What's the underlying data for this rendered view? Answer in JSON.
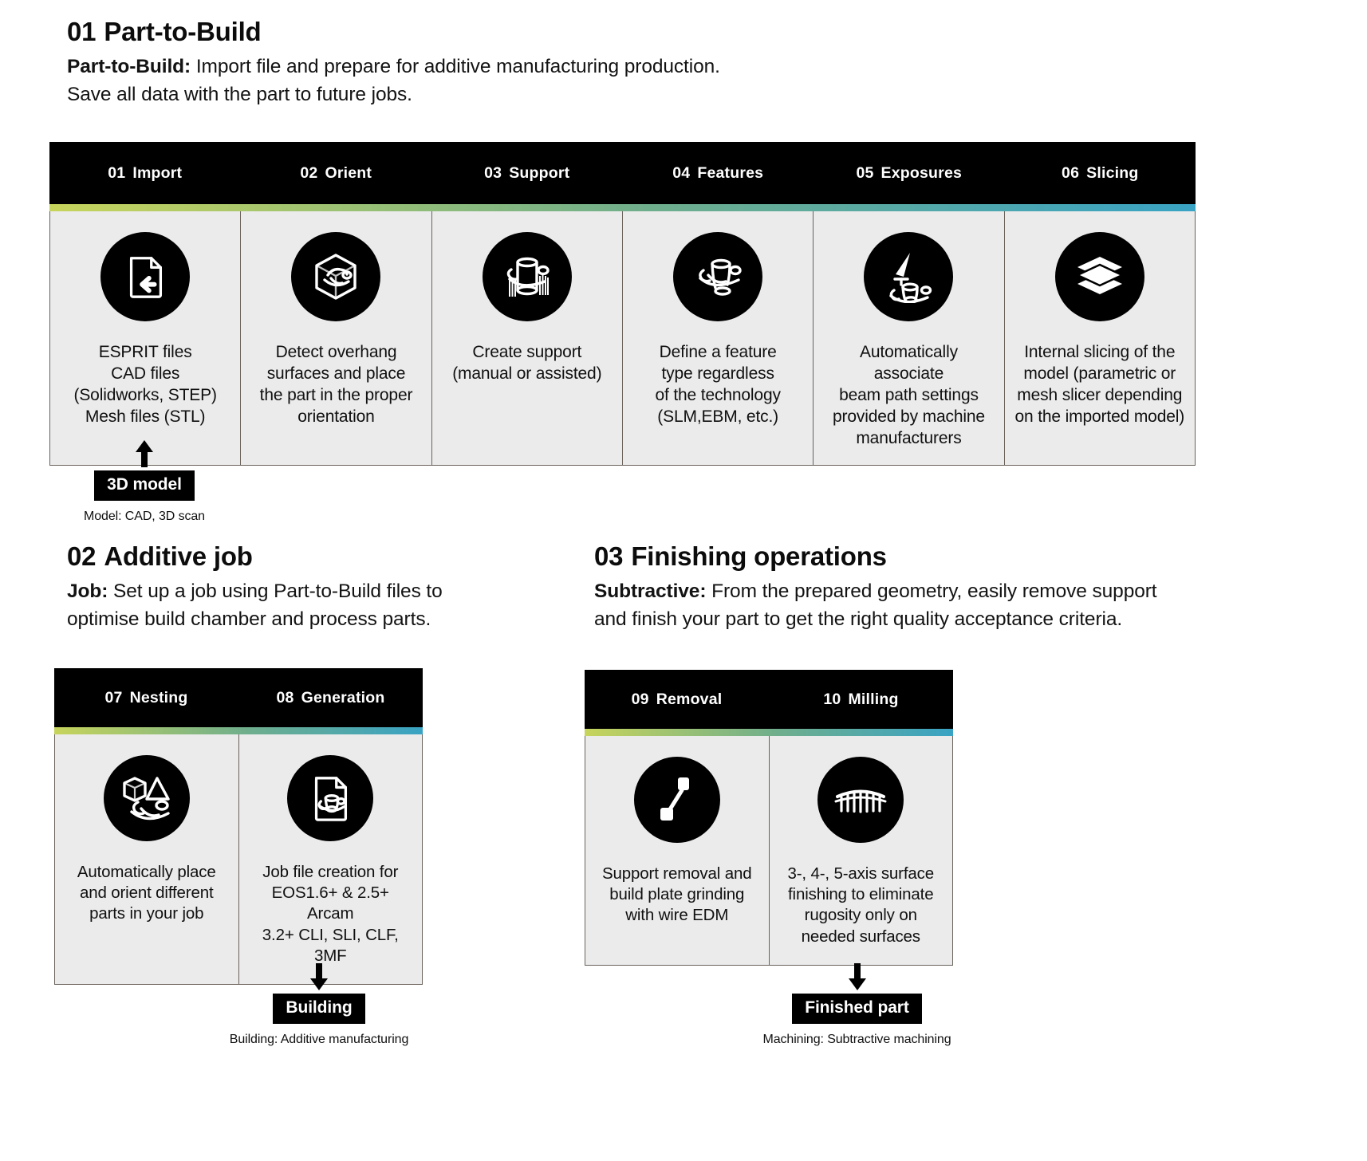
{
  "sections": [
    {
      "number": "01",
      "title": "Part-to-Build",
      "desc_lead": "Part-to-Build:",
      "desc_rest": " Import file and prepare for additive manufacturing production.",
      "desc_line2": "Save all data with the part to future jobs."
    },
    {
      "number": "02",
      "title": "Additive job",
      "desc_lead": "Job:",
      "desc_rest": " Set up a job using Part-to-Build files to",
      "desc_line2": "optimise build chamber and process parts."
    },
    {
      "number": "03",
      "title": "Finishing operations",
      "desc_lead": "Subtractive:",
      "desc_rest": " From the prepared geometry, easily remove support",
      "desc_line2": "and finish your part to get the right quality acceptance criteria."
    }
  ],
  "gradient": {
    "start": "#c7d45c",
    "mid": "#6fae8c",
    "end": "#39a3c4"
  },
  "table1": {
    "steps": [
      {
        "num": "01",
        "label": "Import",
        "icon": "document-import-icon",
        "text": "ESPRIT files\nCAD files\n(Solidworks, STEP)\nMesh files (STL)"
      },
      {
        "num": "02",
        "label": "Orient",
        "icon": "part-in-cube-orient-icon",
        "text": "Detect overhang\nsurfaces and place\nthe part in the proper\norientation"
      },
      {
        "num": "03",
        "label": "Support",
        "icon": "support-structure-icon",
        "text": "Create support\n(manual or assisted)"
      },
      {
        "num": "04",
        "label": "Features",
        "icon": "feature-part-icon",
        "text": "Define a feature\ntype regardless\nof the technology\n(SLM,EBM, etc.)"
      },
      {
        "num": "05",
        "label": "Exposures",
        "icon": "laser-beam-exposure-icon",
        "text": "Automatically associate\nbeam path settings\nprovided by machine\nmanufacturers"
      },
      {
        "num": "06",
        "label": "Slicing",
        "icon": "layers-slicing-icon",
        "text": "Internal slicing of the\nmodel (parametric or\nmesh slicer depending\non the imported model)"
      }
    ]
  },
  "table2": {
    "steps": [
      {
        "num": "07",
        "label": "Nesting",
        "icon": "nesting-parts-icon",
        "text": "Automatically place\nand orient different\nparts in your job"
      },
      {
        "num": "08",
        "label": "Generation",
        "icon": "job-file-generation-icon",
        "text": "Job file creation for\nEOS1.6+ & 2.5+ Arcam\n3.2+ CLI, SLI, CLF, 3MF"
      }
    ]
  },
  "table3": {
    "steps": [
      {
        "num": "09",
        "label": "Removal",
        "icon": "wire-edm-removal-icon",
        "text": "Support removal and\nbuild plate grinding\nwith wire EDM"
      },
      {
        "num": "10",
        "label": "Milling",
        "icon": "milling-cutter-icon",
        "text": "3-, 4-, 5-axis surface\nfinishing to eliminate\nrugosity only on\nneeded surfaces"
      }
    ]
  },
  "flows": {
    "input": {
      "badge": "3D model",
      "caption": "Model: CAD, 3D scan",
      "direction": "up"
    },
    "additive": {
      "badge": "Building",
      "caption": "Building: Additive manufacturing",
      "direction": "down"
    },
    "finishing": {
      "badge": "Finished part",
      "caption": "Machining: Subtractive machining",
      "direction": "down"
    }
  }
}
